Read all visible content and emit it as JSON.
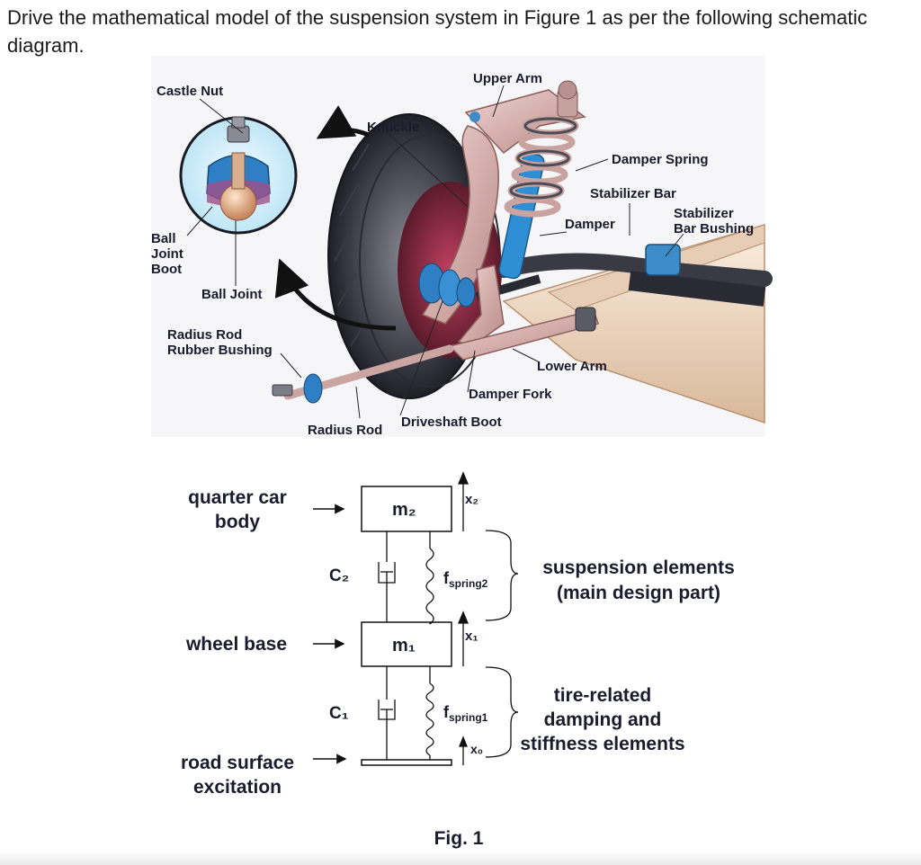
{
  "question": "Drive the mathematical model of the suspension system in Figure 1 as per the following schematic diagram.",
  "illustration_labels": {
    "castle_nut": "Castle Nut",
    "knuckle": "Knuckle",
    "upper_arm": "Upper Arm",
    "damper_spring": "Damper Spring",
    "stabilizer_bar": "Stabilizer Bar",
    "damper": "Damper",
    "stabilizer_bar_bushing_1": "Stabilizer",
    "stabilizer_bar_bushing_2": "Bar Bushing",
    "ball_joint_boot_1": "Ball",
    "ball_joint_boot_2": "Joint",
    "ball_joint_boot_3": "Boot",
    "ball_joint": "Ball Joint",
    "radius_rod_rubber_bushing_1": "Radius Rod",
    "radius_rod_rubber_bushing_2": "Rubber Bushing",
    "lower_arm": "Lower Arm",
    "damper_fork": "Damper Fork",
    "driveshaft_boot": "Driveshaft Boot",
    "radius_rod": "Radius Rod"
  },
  "schematic": {
    "quarter_car_body_1": "quarter car",
    "quarter_car_body_2": "body",
    "wheel_base": "wheel base",
    "road_surface_1": "road surface",
    "road_surface_2": "excitation",
    "m2": "m₂",
    "m1": "m₁",
    "c2": "C₂",
    "c1": "C₁",
    "x2": "x₂",
    "x1": "x₁",
    "x0": "x₀",
    "fspring2_main": "f",
    "fspring2_sub": "spring2",
    "fspring1_main": "f",
    "fspring1_sub": "spring1",
    "suspension_1": "suspension elements",
    "suspension_2": "(main design part)",
    "tire_1": "tire-related",
    "tire_2": "damping and",
    "tire_3": "stiffness elements"
  },
  "figure_caption": "Fig. 1"
}
